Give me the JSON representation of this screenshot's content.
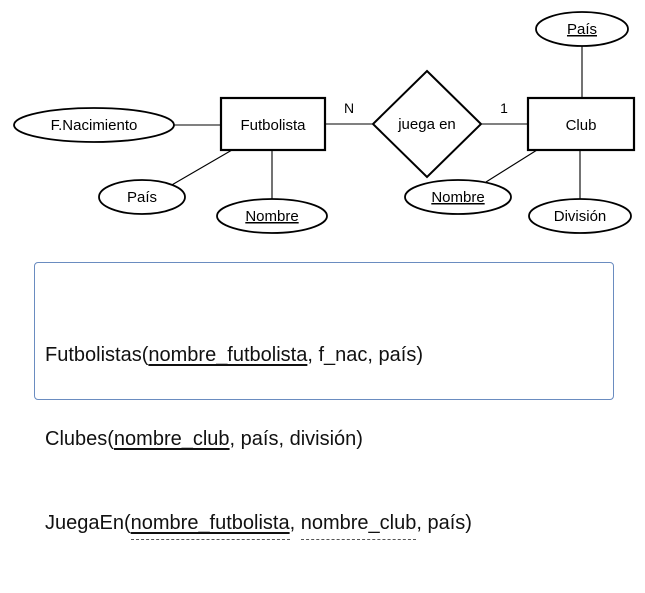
{
  "entities": {
    "futbolista": "Futbolista",
    "club": "Club"
  },
  "relationship": {
    "label": "juega en",
    "card_futbolista": "N",
    "card_club": "1"
  },
  "attributes": {
    "f_nacimiento": "F.Nacimiento",
    "pais_futbolista": "País",
    "nombre_futbolista": "Nombre",
    "pais_club": "País",
    "nombre_club": "Nombre",
    "division": "División"
  },
  "schema": {
    "futbolistas": {
      "name": "Futbolistas(",
      "pk": "nombre_futbolista",
      "rest": ", f_nac, país)"
    },
    "clubes": {
      "name": "Clubes(",
      "pk": "nombre_club",
      "rest": ", país, división)"
    },
    "juegaen": {
      "name": "JuegaEn(",
      "pkfk": "nombre_futbolista",
      "sep": ", ",
      "fk": "nombre_club",
      "rest": ", país)"
    }
  }
}
